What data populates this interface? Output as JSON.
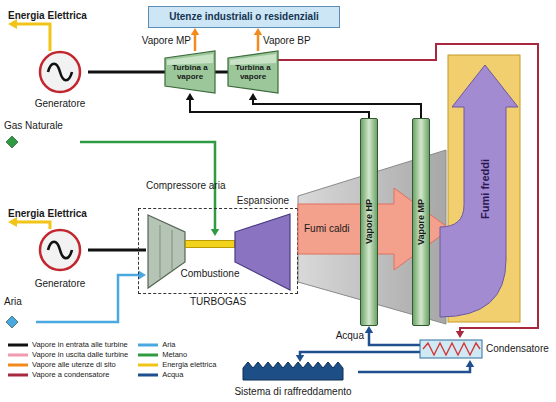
{
  "diagram": {
    "nodes": [
      {
        "text": [
          "Utenze industriali o residenziali"
        ]
      },
      {
        "text": [
          "Generatore"
        ]
      },
      {
        "text": [
          "Turbina a vapore"
        ]
      },
      {
        "text": [
          "Turbina a vapore"
        ]
      },
      {
        "text": [
          "Gas Naturale"
        ]
      },
      {
        "text": [
          "TURBOGAS"
        ]
      },
      {
        "text": [
          "Compressore aria"
        ],
        "in": 5
      },
      {
        "text": [
          "Combustione"
        ],
        "in": 5
      },
      {
        "text": [
          "Espansione"
        ],
        "in": 5
      },
      {
        "text": [
          "Generatore"
        ]
      },
      {
        "text": [
          "Aria"
        ]
      },
      {
        "text": [
          "Fumi caldi"
        ]
      },
      {
        "text": [
          "Vapore HP"
        ]
      },
      {
        "text": [
          "Vapore MP"
        ]
      },
      {
        "text": [
          "Fumi freddi"
        ]
      },
      {
        "text": [
          "Condensatore"
        ]
      },
      {
        "text": [
          "Sistema di raffreddamento"
        ]
      }
    ],
    "edges": [
      {
        "from": 1,
        "to": 2,
        "arrow": "none"
      },
      {
        "from": 2,
        "to": 3,
        "arrow": "none"
      },
      {
        "from": 2,
        "to": 0,
        "label": "Vapore MP",
        "arrow": "to"
      },
      {
        "from": 3,
        "to": 0,
        "label": "Vapore BP",
        "arrow": "to"
      },
      {
        "from": 12,
        "to": 2,
        "arrow": "to"
      },
      {
        "from": 13,
        "to": 3,
        "arrow": "to"
      },
      {
        "from": 4,
        "to": 7,
        "arrow": "to"
      },
      {
        "from": 10,
        "to": 6,
        "arrow": "to"
      },
      {
        "from": 9,
        "to": 6,
        "arrow": "none"
      },
      {
        "from": 3,
        "to": 15,
        "arrow": "to"
      },
      {
        "from": 15,
        "to": 12,
        "label": "Acqua",
        "arrow": "to"
      },
      {
        "from": 15,
        "to": 16,
        "arrow": "to"
      },
      {
        "from": 16,
        "to": 15,
        "arrow": "to"
      }
    ],
    "labels": [
      "Energia Elettrica",
      "Energia Elettrica"
    ],
    "legend": [
      {
        "text": "Vapore in entrata alle turbine"
      },
      {
        "text": "Vapore in uscita dalle turbine"
      },
      {
        "text": "Vapore alle utenze di sito"
      },
      {
        "text": "Vapore a condensatore"
      },
      {
        "text": "Aria"
      },
      {
        "text": "Metano"
      },
      {
        "text": "Energia elettrica"
      },
      {
        "text": "Acqua"
      }
    ]
  }
}
